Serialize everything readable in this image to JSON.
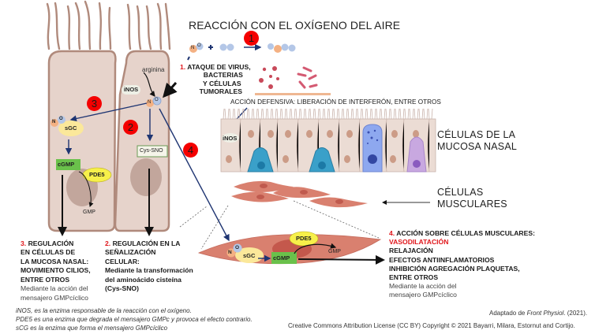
{
  "title": "REACCIÓN CON EL OXÍGENO DEL AIRE",
  "reaction": {
    "step_number": "1",
    "reactant_1": [
      "N",
      "O"
    ],
    "plus": "+",
    "reactant_2": [
      "O",
      "O"
    ],
    "product": [
      "O",
      "N",
      "O",
      "O"
    ]
  },
  "step_badges": [
    "1",
    "2",
    "3",
    "4"
  ],
  "left_cell": {
    "arginine_label": "arginina",
    "inos_label": "iNOS",
    "no_atoms": [
      "N",
      "O"
    ],
    "sgc_label": "sGC",
    "cgmp_label": "cGMP",
    "pde5_label": "PDE5",
    "gmp_label": "GMP",
    "cys_sno_label": "Cys-SNO"
  },
  "attack": {
    "number": "1.",
    "lines": [
      "ATAQUE DE VIRUS,",
      "BACTERIAS",
      "Y CÉLULAS",
      "TUMORALES"
    ]
  },
  "defense_text": "ACCIÓN DEFENSIVA: LIBERACIÓN DE INTERFERÓN, ENTRE OTROS",
  "mucosa": {
    "inos_label": "iNOS",
    "label_lines": [
      "CÉLULAS DE LA",
      "MUCOSA NASAL"
    ]
  },
  "muscle": {
    "label_lines": [
      "CÉLULAS",
      "MUSCULARES"
    ],
    "no_atoms": [
      "N",
      "O"
    ],
    "sgc_label": "sGC",
    "cgmp_label": "cGMP",
    "pde5_label": "PDE5",
    "gmp_label": "GMP"
  },
  "regulation_3": {
    "number": "3.",
    "bold_lines": [
      "REGULACIÓN",
      "EN CÉLULAS DE",
      "LA MUCOSA NASAL:",
      "MOVIMIENTO CILIOS,",
      "ENTRE OTROS"
    ],
    "normal_lines": [
      "Mediante la acción del",
      "mensajero GMPcíclico"
    ]
  },
  "regulation_2": {
    "number": "2.",
    "bold_lines": [
      "REGULACIÓN EN LA",
      "SEÑALIZACIÓN",
      "CELULAR:",
      "Mediante la transformación",
      "del aminoácido cisteína",
      "(Cys-SNO)"
    ]
  },
  "action_4": {
    "number": "4.",
    "heading": "ACCIÓN SOBRE CÉLULAS MUSCULARES:",
    "red_line": "VASODILATACIÓN",
    "bold_lines": [
      "RELAJACIÓN",
      "EFECTOS ANTIINFLAMATORIOS",
      "INHIBICIÓN AGREGACIÓN PLAQUETAS,",
      "ENTRE OTROS"
    ],
    "normal_lines": [
      "Mediante la acción del",
      "mensajero GMPcíclico"
    ]
  },
  "footnotes": [
    "iNOS, es la enzima responsable de la reacción con el oxígeno.",
    "PDE5 es una enzima que degrada el mensajero GMPc y provoca el efecto contrario.",
    "sCG es la enzima que forma el mensajero GMPcíclico"
  ],
  "credit": {
    "prefix": "Adaptado de ",
    "journal": "Front Physiol",
    "suffix": ". (2021).",
    "license": "Creative Commons Attribution License (CC BY) Copyright © 2021 Bayarri, Milara, Estornut and Cortijo."
  },
  "colors": {
    "cell_fill": "#e6d3cb",
    "cell_stroke": "#b08a7c",
    "nucleus": "#c2a69c",
    "badge_red": "#f40000",
    "arrow_navy": "#1f3572",
    "sgc_yellow": "#fbe89a",
    "pde5_yellow": "#f7f04a",
    "cgmp_green": "#6ac14b",
    "muscle_fill": "#d9806f",
    "n_atom": "#f4b183",
    "o_atom": "#b4c7e7",
    "text_red": "#e0161b"
  }
}
